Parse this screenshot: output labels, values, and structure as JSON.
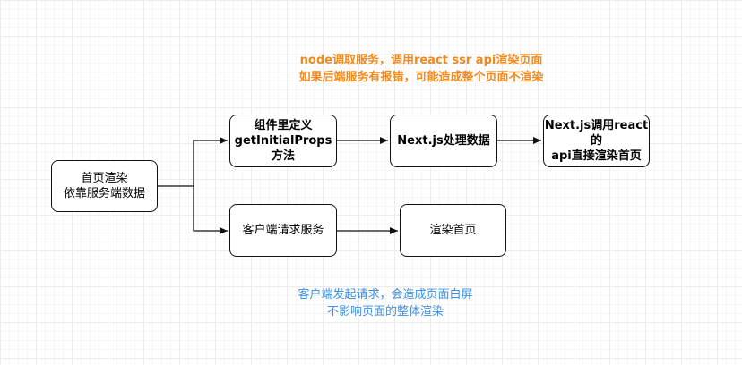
{
  "diagram": {
    "colors": {
      "note_orange": "#ee8a1f",
      "note_blue": "#3d8fe3",
      "stroke": "#111111"
    },
    "nodes": {
      "homepage_render": [
        "首页渲染",
        "依靠服务端数据"
      ],
      "define_getinitialprops": [
        "组件里定义",
        "getInitialProps方法"
      ],
      "nextjs_process": [
        "Next.js处理数据"
      ],
      "nextjs_react_render": [
        "Next.js调用react的",
        "api直接渲染首页"
      ],
      "client_request": [
        "客户端请求服务"
      ],
      "render_homepage": [
        "渲染首页"
      ]
    },
    "notes": {
      "server": [
        "node调取服务，调用react ssr api渲染页面",
        "如果后端服务有报错，可能造成整个页面不渲染"
      ],
      "client": [
        "客户端发起请求，会造成页面白屏",
        "不影响页面的整体渲染"
      ]
    }
  }
}
